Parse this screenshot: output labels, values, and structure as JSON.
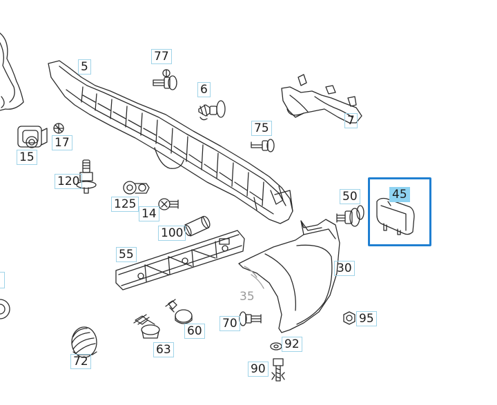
{
  "diagram": {
    "accent_color": "#1f7fd1",
    "highlight_color": "#8fd3f2",
    "selected_part": "45",
    "callouts": [
      {
        "id": "5",
        "label": "5"
      },
      {
        "id": "77",
        "label": "77"
      },
      {
        "id": "6",
        "label": "6"
      },
      {
        "id": "7",
        "label": "7"
      },
      {
        "id": "75",
        "label": "75"
      },
      {
        "id": "15",
        "label": "15"
      },
      {
        "id": "17",
        "label": "17"
      },
      {
        "id": "120",
        "label": "120"
      },
      {
        "id": "125",
        "label": "125"
      },
      {
        "id": "14",
        "label": "14"
      },
      {
        "id": "100",
        "label": "100"
      },
      {
        "id": "50",
        "label": "50"
      },
      {
        "id": "45",
        "label": "45"
      },
      {
        "id": "55",
        "label": "55"
      },
      {
        "id": "30",
        "label": "30"
      },
      {
        "id": "35",
        "label": "35"
      },
      {
        "id": "60",
        "label": "60"
      },
      {
        "id": "70",
        "label": "70"
      },
      {
        "id": "95",
        "label": "95"
      },
      {
        "id": "63",
        "label": "63"
      },
      {
        "id": "92",
        "label": "92"
      },
      {
        "id": "72",
        "label": "72"
      },
      {
        "id": "90",
        "label": "90"
      }
    ]
  }
}
